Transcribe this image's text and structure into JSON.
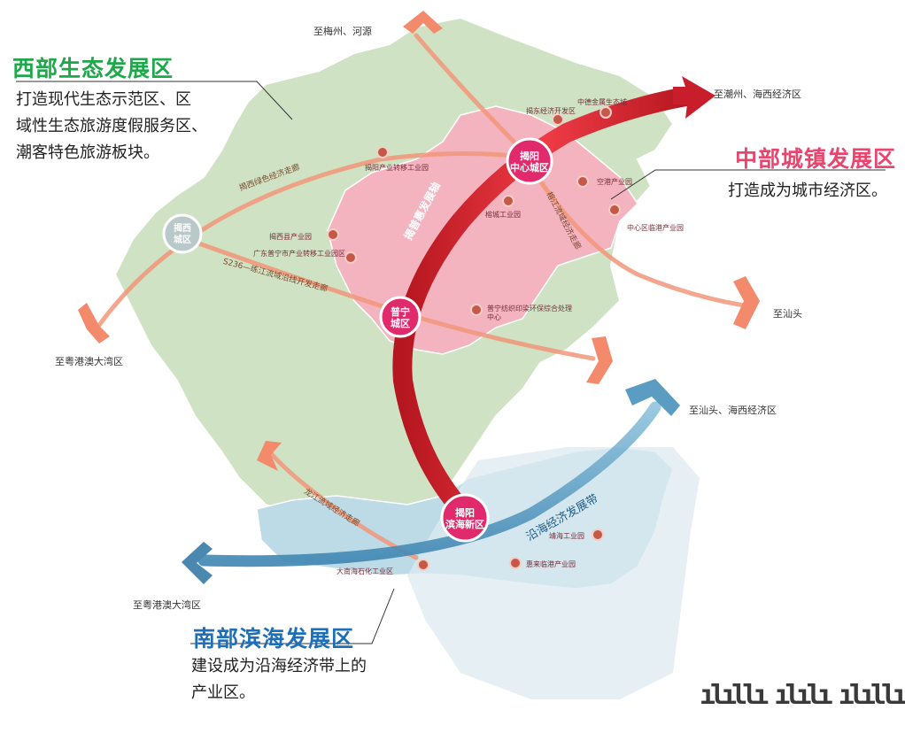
{
  "zones": {
    "west": {
      "title": "西部生态发展区",
      "desc": [
        "打造现代生态示范区、区",
        "域性生态旅游度假服务区、",
        "潮客特色旅游板块。"
      ],
      "color": "#1fa84a"
    },
    "central": {
      "title": "中部城镇发展区",
      "desc": [
        "打造成为城市经济区。"
      ],
      "color": "#e8466f"
    },
    "south": {
      "title": "南部滨海发展区",
      "desc": [
        "建设成为沿海经济带上的",
        "产业区。"
      ],
      "color": "#1f6fb8"
    }
  },
  "centers": {
    "jieyang_center": [
      "揭阳",
      "中心城区"
    ],
    "puning": [
      "普宁",
      "城区"
    ],
    "binhai": [
      "揭阳",
      "滨海新区"
    ],
    "jiexi": [
      "揭西",
      "城区"
    ]
  },
  "axes": {
    "north_south": "揭普惠发展轴",
    "coastal": "沿海经济发展带",
    "west_corridor": "揭西绿色经济走廊",
    "s236": "S236—练江流域沿线开发走廊",
    "longjiang": "龙江流域经济走廊",
    "rongjiang": "榕江流域经济走廊"
  },
  "destinations": {
    "meizhou": "至梅州、河源",
    "chaozhou": "至潮州、海西经济区",
    "shantou": "至汕头",
    "shantou_haixi": "至汕头、海西经济区",
    "gba_upper": "至粤港澳大湾区",
    "gba_lower": "至粤港澳大湾区"
  },
  "pois": {
    "p1": "中德金属生态城",
    "p2": "揭东经济开发区",
    "p3": "揭阳产业转移工业园",
    "p4": "空港产业园",
    "p5": "揭西县产业园",
    "p6": "广东普宁市产业转移工业园区",
    "p7": "榕城工业园",
    "p8": "中心区临港产业园",
    "p9": "普宁纺织印染环保综合处理中心",
    "p10": "惠来临港产业园",
    "p11": "靖海工业园",
    "p12": "大南海石化工业区"
  },
  "watermark": "ılıllı ılılı ılıllı",
  "colors": {
    "green_land": "#cfe3c4",
    "pink_urban": "#f3b3bf",
    "blue_coast": "#bcdbe6",
    "red_axis": "#d42a3a",
    "blue_axis": "#5a9cc2",
    "orange_corridor": "#f2967a"
  }
}
